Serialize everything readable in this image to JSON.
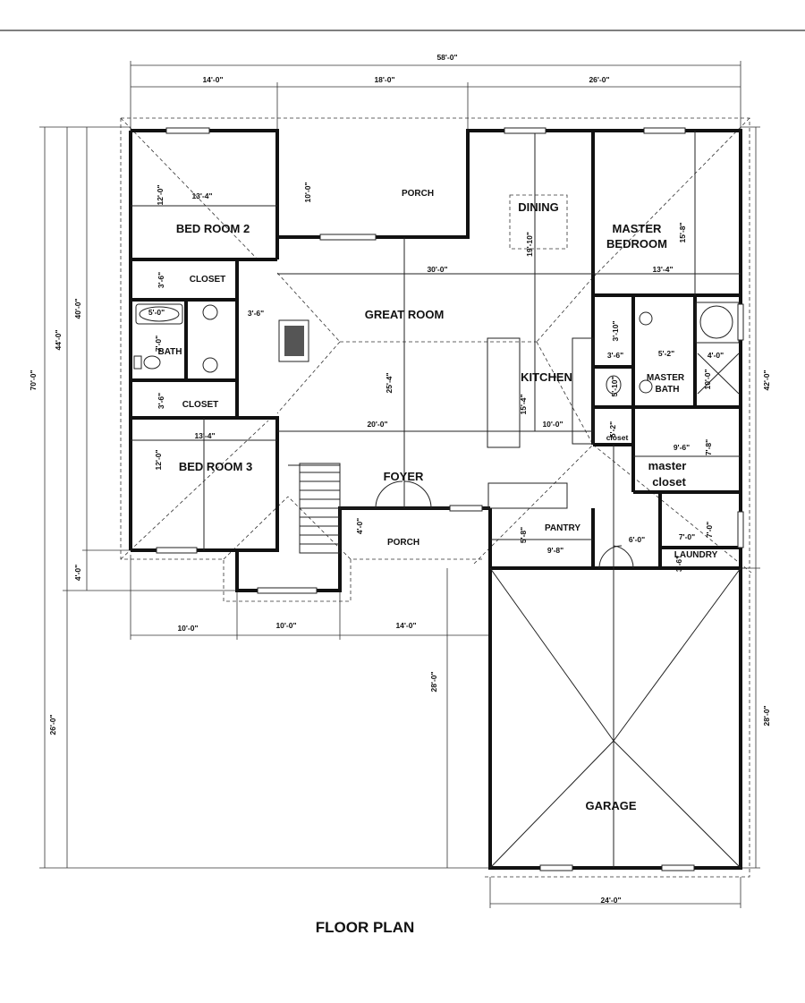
{
  "title": "FLOOR PLAN",
  "rooms": {
    "bedroom2": "BED ROOM 2",
    "porch_top": "PORCH",
    "dining": "DINING",
    "master_bedroom_line1": "MASTER",
    "master_bedroom_line2": "BEDROOM",
    "closet1": "CLOSET",
    "great_room": "GREAT ROOM",
    "bath": "BATH",
    "closet2": "CLOSET",
    "kitchen": "KITCHEN",
    "master_bath_line1": "MASTER",
    "master_bath_line2": "BATH",
    "bedroom3": "BED ROOM 3",
    "foyer": "FOYER",
    "closet_small": "closet",
    "master_closet_line1": "master",
    "master_closet_line2": "closet",
    "porch_front": "PORCH",
    "pantry": "PANTRY",
    "laundry": "LAUNDRY",
    "garage": "GARAGE"
  },
  "dimensions": {
    "overall_width": "58'-0\"",
    "top_left": "14'-0\"",
    "top_mid": "18'-0\"",
    "top_right": "26'-0\"",
    "left_70": "70'-0\"",
    "left_44": "44'-0\"",
    "left_40": "40'-0\"",
    "left_4": "4'-0\"",
    "left_26": "26'-0\"",
    "right_42": "42'-0\"",
    "right_28": "28'-0\"",
    "garage_28": "28'-0\"",
    "garage_width": "24'-0\"",
    "bottom_10a": "10'-0\"",
    "bottom_10b": "10'-0\"",
    "bottom_14": "14'-0\"",
    "bed2_w": "13'-4\"",
    "bed2_h": "12'-0\"",
    "porch_h": "10'-0\"",
    "dining_h": "19'-10\"",
    "master_h": "15'-8\"",
    "master_w": "13'-4\"",
    "great_w": "30'-0\"",
    "hall_35": "3'-6\"",
    "closet1_h": "3'-6\"",
    "tub_w": "5'-0\"",
    "bath_h": "7'-0\"",
    "great_h": "25'-4\"",
    "kitchen_h": "15'-4\"",
    "closet2_h": "3'-6\"",
    "great_low": "20'-0\"",
    "kitchen_w": "10'-0\"",
    "bed3_w": "13'-4\"",
    "bed3_h": "12'-0\"",
    "wc_310": "3'-10\"",
    "mb_52": "5'-2\"",
    "mb_36": "3'-6\"",
    "mb_40": "4'-0\"",
    "mb_510": "5'-10\"",
    "mb_100": "10'-0\"",
    "closet_52": "5'-2\"",
    "mc_96": "9'-6\"",
    "mc_78": "7'-8\"",
    "porch_40": "4'-0\"",
    "pantry_58": "5'-8\"",
    "pantry_98": "9'-8\"",
    "hall_60": "6'-0\"",
    "laundry_70a": "7'-0\"",
    "laundry_70b": "7'-0\"",
    "laundry_316": "3'-6\""
  }
}
